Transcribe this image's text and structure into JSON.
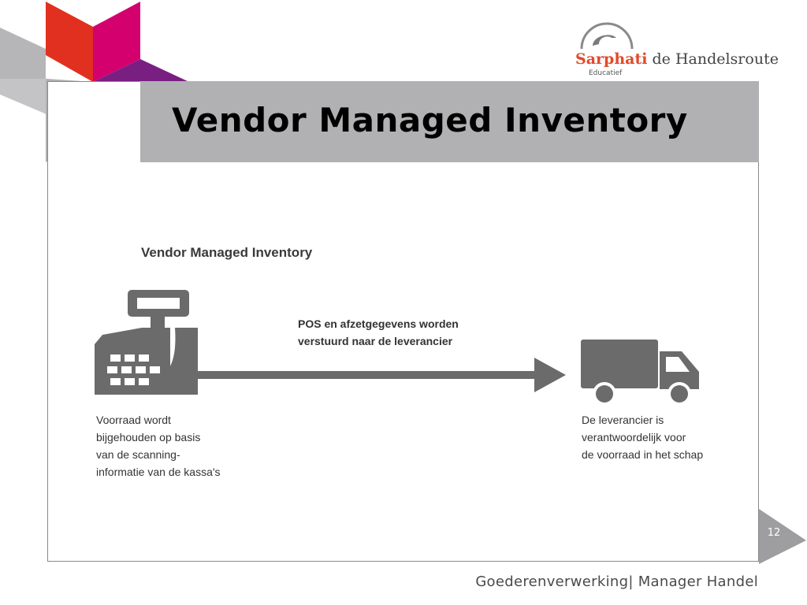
{
  "slide": {
    "title": "Vendor Managed Inventory",
    "page_number": "12",
    "footer": "Goederenverwerking| Manager Handel"
  },
  "logo": {
    "brand": "Sarphati",
    "name": " de Handelsroute",
    "sub": "Educatief"
  },
  "diagram": {
    "title": "Vendor Managed Inventory",
    "flow_label": [
      "POS en afzetgegevens worden",
      "verstuurd naar de leverancier"
    ],
    "left_caption": [
      "Voorraad wordt",
      "bijgehouden op basis",
      "van de scanning-",
      "informatie van de kassa's"
    ],
    "right_caption": [
      "De leverancier is",
      "verantwoordelijk voor",
      "de voorraad in het schap"
    ],
    "source_icon": "cash-register-icon",
    "target_icon": "delivery-truck-icon"
  },
  "colors": {
    "red": "#e1301f",
    "magenta": "#d4006e",
    "purple": "#7a1f82",
    "blue": "#1ea0dc",
    "title_band": "#b1b1b3",
    "diagram_gray": "#6b6b6b",
    "logo_accent": "#e2492a"
  }
}
